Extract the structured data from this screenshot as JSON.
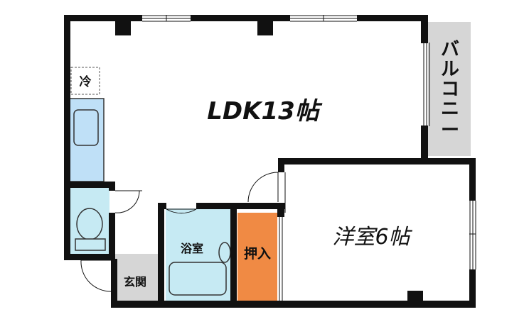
{
  "rooms": {
    "ldk": "LDK13帖",
    "western": "洋室6帖",
    "bath": "浴室",
    "closet": "押入",
    "entrance": "玄関",
    "fridge": "冷",
    "balcony": "バルコニー"
  },
  "colors": {
    "wall": "#111111",
    "balcony_fill": "#d6d6d6",
    "closet_fill": "#f08a44",
    "bath_fill": "#c6eaf3",
    "kitchen_fill": "#bfe0f7",
    "toilet_fill": "#c6eaf3",
    "entrance_fill": "#d6d6d6"
  }
}
